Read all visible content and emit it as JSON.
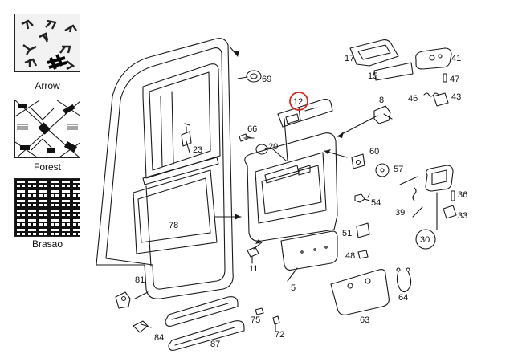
{
  "swatches": [
    {
      "label": "Arrow",
      "pattern": "arrow-pattern"
    },
    {
      "label": "Forest",
      "pattern": "forest-pattern"
    },
    {
      "label": "Brasao",
      "pattern": "brasao-pattern"
    }
  ],
  "callouts": {
    "p17": "17",
    "p15": "15",
    "p41": "41",
    "p47": "47",
    "p46": "46",
    "p43": "43",
    "p69": "69",
    "p12": "12",
    "p8": "8",
    "p66": "66",
    "p20": "20",
    "p23": "23",
    "p60": "60",
    "p57": "57",
    "p54": "54",
    "p36": "36",
    "p39": "39",
    "p33": "33",
    "p78": "78",
    "p51": "51",
    "p30": "30",
    "p48": "48",
    "p11": "11",
    "p5": "5",
    "p81": "81",
    "p64": "64",
    "p63": "63",
    "p75": "75",
    "p72": "72",
    "p84": "84",
    "p87": "87"
  },
  "highlight": {
    "part": "12",
    "color": "#d9251c"
  },
  "colors": {
    "line": "#1a1a1a",
    "part_fill": "#e6e6e6",
    "dark_fill": "#bdbdbd"
  }
}
